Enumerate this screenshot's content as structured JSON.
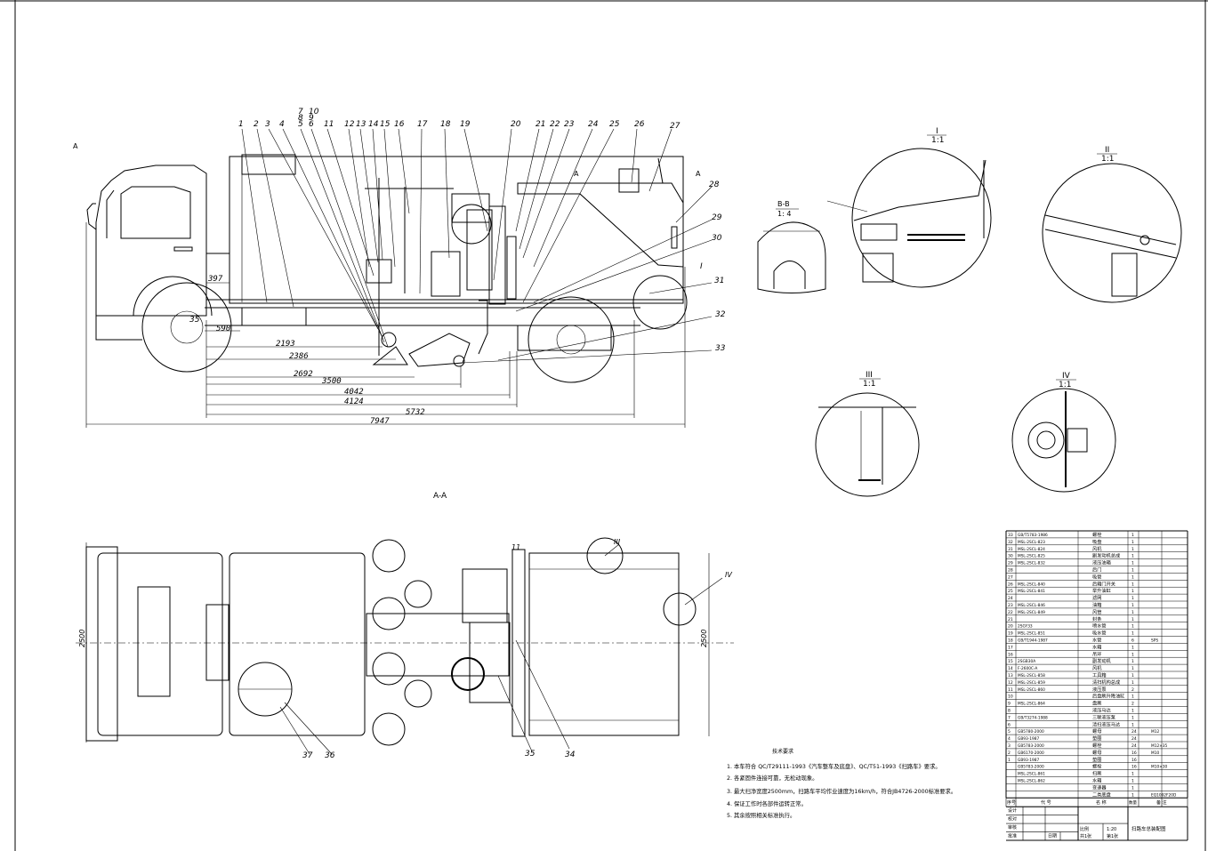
{
  "views": {
    "section_marker_left": "A",
    "section_marker_mid": "A",
    "section_marker_right": "A",
    "section_title": "A-A",
    "bb_title": "B-B",
    "bb_scale": "1: 4",
    "detail_i_title": "I",
    "detail_i_scale": "1:1",
    "detail_ii_title": "II",
    "detail_ii_scale": "1:1",
    "detail_iii_title": "III",
    "detail_iii_scale": "1:1",
    "detail_iv_title": "IV",
    "detail_iv_scale": "1:1",
    "width_dim": "2500",
    "width_dim_right": "2500"
  },
  "callouts_top": [
    "1",
    "2",
    "3",
    "4",
    "7",
    "10",
    "11",
    "12",
    "13",
    "14",
    "15",
    "16",
    "17",
    "18",
    "19",
    "20",
    "21",
    "22",
    "23",
    "24",
    "25",
    "26",
    "27"
  ],
  "callouts_stack": [
    "8",
    "9"
  ],
  "callouts_stack_b": [
    "5",
    "6"
  ],
  "callouts_right": [
    "28",
    "29",
    "30",
    "31",
    "32",
    "33"
  ],
  "callouts_plan": [
    "34",
    "35",
    "36",
    "37"
  ],
  "dims": [
    "397",
    "590",
    "2193",
    "2386",
    "2692",
    "3500",
    "4042",
    "4124",
    "5732",
    "7947"
  ],
  "notes": {
    "heading": "技术要求",
    "items": [
      "1. 本车符合 QC/T29111-1993《汽车整车及底盘》、QC/T51-1993《扫路车》要求。",
      "2. 各紧固件连接可靠，无松动现象。",
      "3. 最大扫净宽度2500mm，扫路车平均作业速度为16km/h，符合JB4726-2000标准要求。",
      "4. 保证工作时各部件运转正常。",
      "5. 其余按照相关标准执行。"
    ]
  },
  "bom": {
    "rows": [
      {
        "no": "33",
        "code": "GB/T5783-1986",
        "name": "螺栓",
        "qty": "1",
        "note": ""
      },
      {
        "no": "32",
        "code": "MSL-2SCL-823",
        "name": "吸盘",
        "qty": "1",
        "note": ""
      },
      {
        "no": "31",
        "code": "MSL-2SCL-824",
        "name": "风机",
        "qty": "1",
        "note": ""
      },
      {
        "no": "30",
        "code": "MSL-2SCL-825",
        "name": "副发动机总成",
        "qty": "1",
        "note": ""
      },
      {
        "no": "29",
        "code": "MSL-2SCL-832",
        "name": "液压油箱",
        "qty": "1",
        "note": ""
      },
      {
        "no": "28",
        "code": "",
        "name": "后门",
        "qty": "1",
        "note": ""
      },
      {
        "no": "27",
        "code": "",
        "name": "吸管",
        "qty": "1",
        "note": ""
      },
      {
        "no": "26",
        "code": "MSL-2SCL-840",
        "name": "后箱门开关",
        "qty": "1",
        "note": ""
      },
      {
        "no": "25",
        "code": "MSL-2SCL-841",
        "name": "举升油缸",
        "qty": "1",
        "note": ""
      },
      {
        "no": "24",
        "code": "",
        "name": "滤网",
        "qty": "1",
        "note": ""
      },
      {
        "no": "23",
        "code": "MSL-2SCL-846",
        "name": "油箱",
        "qty": "1",
        "note": ""
      },
      {
        "no": "22",
        "code": "MSL-2SCL-849",
        "name": "风管",
        "qty": "1",
        "note": ""
      },
      {
        "no": "21",
        "code": "",
        "name": "封条",
        "qty": "1",
        "note": ""
      },
      {
        "no": "20",
        "code": "2SGY33",
        "name": "喷水管",
        "qty": "1",
        "note": ""
      },
      {
        "no": "19",
        "code": "MSL-2SCL-851",
        "name": "吸水管",
        "qty": "1",
        "note": ""
      },
      {
        "no": "18",
        "code": "GB/T1944-1987",
        "name": "水管",
        "qty": "6",
        "note": "SPS"
      },
      {
        "no": "17",
        "code": "",
        "name": "水箱",
        "qty": "1",
        "note": ""
      },
      {
        "no": "16",
        "code": "",
        "name": "吊环",
        "qty": "1",
        "note": ""
      },
      {
        "no": "15",
        "code": "2SGB30A",
        "name": "副发动机",
        "qty": "1",
        "note": ""
      },
      {
        "no": "14",
        "code": "F-2600C-A",
        "name": "风机",
        "qty": "1",
        "note": ""
      },
      {
        "no": "13",
        "code": "MSL-2SCL-858",
        "name": "工具箱",
        "qty": "1",
        "note": ""
      },
      {
        "no": "12",
        "code": "MSL-2SCL-859",
        "name": "清扫机构总成",
        "qty": "1",
        "note": ""
      },
      {
        "no": "11",
        "code": "MSL-2SCL-860",
        "name": "液压泵",
        "qty": "2",
        "note": ""
      },
      {
        "no": "10",
        "code": "",
        "name": "后盘刷升降油缸",
        "qty": "1",
        "note": ""
      },
      {
        "no": "9",
        "code": "MSL-2SCL-864",
        "name": "盘刷",
        "qty": "2",
        "note": ""
      },
      {
        "no": "8",
        "code": "",
        "name": "液压马达",
        "qty": "1",
        "note": ""
      },
      {
        "no": "7",
        "code": "GB/T3274-1988",
        "name": "三联液压泵",
        "qty": "1",
        "note": ""
      },
      {
        "no": "6",
        "code": "",
        "name": "清扫液压马达",
        "qty": "1",
        "note": ""
      },
      {
        "no": "5",
        "code": "GB5780-2000",
        "name": "螺母",
        "qty": "24",
        "note": "M12"
      },
      {
        "no": "4",
        "code": "GB93-1987",
        "name": "垫圈",
        "qty": "24",
        "note": ""
      },
      {
        "no": "3",
        "code": "GB5783-2000",
        "name": "螺栓",
        "qty": "24",
        "note": "M12×35"
      },
      {
        "no": "2",
        "code": "GB6170-2000",
        "name": "螺母",
        "qty": "16",
        "note": "M10"
      },
      {
        "no": "1",
        "code": "GB93-1987",
        "name": "垫圈",
        "qty": "16",
        "note": ""
      },
      {
        "no": "",
        "code": "GB5783-2000",
        "name": "螺栓",
        "qty": "16",
        "note": "M10×30"
      },
      {
        "no": "",
        "code": "MSL-2SCL-861",
        "name": "扫刷",
        "qty": "1",
        "note": ""
      },
      {
        "no": "",
        "code": "MSL-2SCL-862",
        "name": "水箱",
        "qty": "1",
        "note": ""
      },
      {
        "no": "",
        "code": "",
        "name": "变速器",
        "qty": "1",
        "note": ""
      },
      {
        "no": "",
        "code": "",
        "name": "二类底盘",
        "qty": "1",
        "note": "EQ1092F20D"
      }
    ],
    "header": {
      "no": "序号",
      "code": "代 号",
      "name": "名 称",
      "qty": "数量",
      "note": "备 注"
    },
    "title_block": {
      "design": "设计",
      "check": "校对",
      "review": "审核",
      "approve": "批准",
      "date": "日期",
      "ratio": "比例",
      "ratio_val": "1:20",
      "sheet": "共1张",
      "sheet_no": "第1张",
      "drawing_name": "扫路车总装配图"
    }
  }
}
